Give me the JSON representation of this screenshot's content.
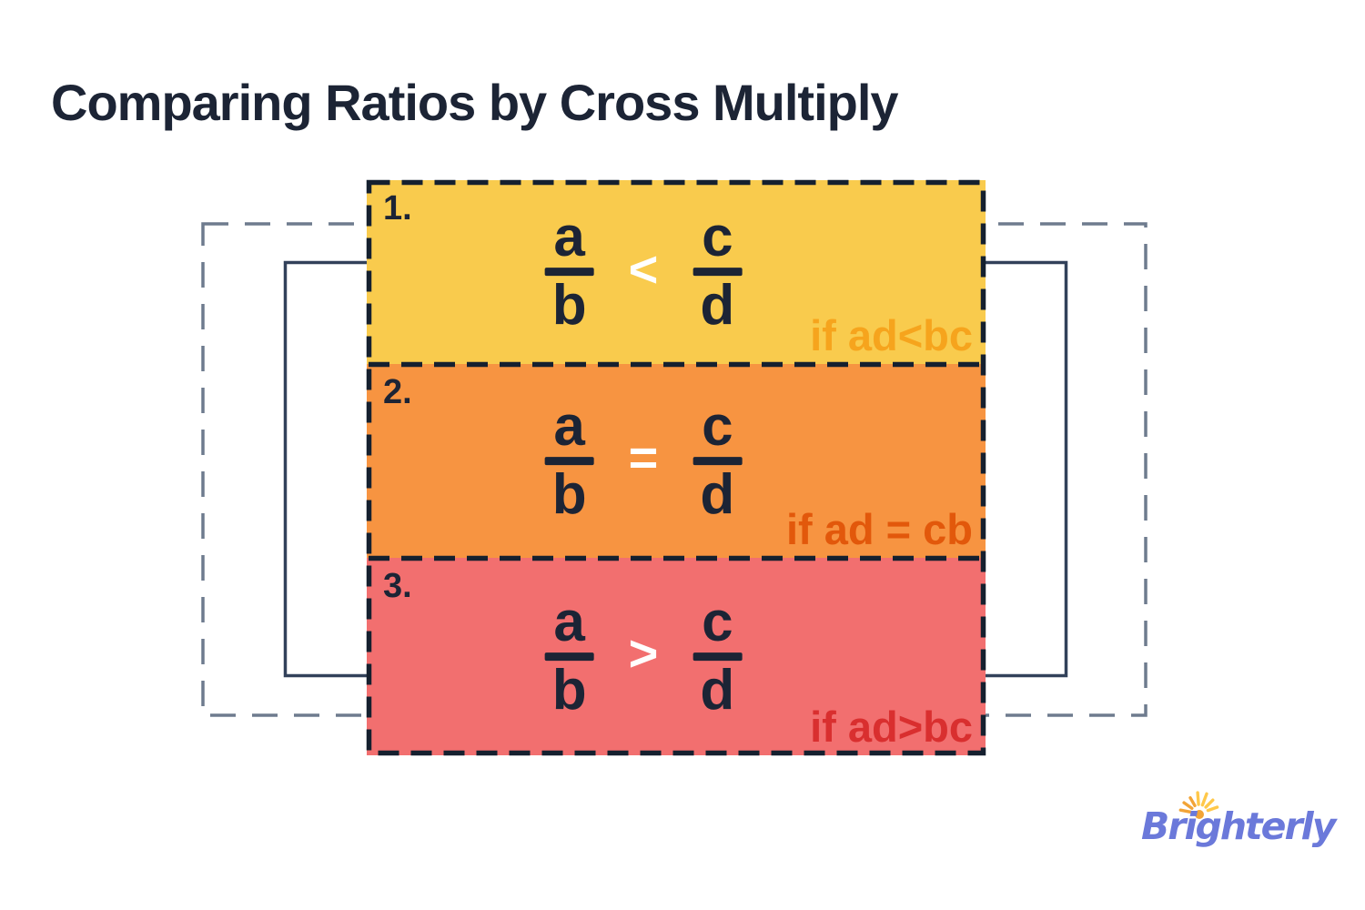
{
  "title": "Comparing Ratios by Cross Multiply",
  "colors": {
    "ink": "#1C2435",
    "operator": "#FFFFFF",
    "panel_border": "#15202F",
    "outer_dashed_border": "#6E7B8E",
    "inner_solid_border": "#32415A",
    "background": "#FFFFFF"
  },
  "panels": [
    {
      "number": "1.",
      "left": {
        "num": "a",
        "den": "b"
      },
      "op": "<",
      "right": {
        "num": "c",
        "den": "d"
      },
      "condition": "if ad<bc",
      "bg": "#F9CB4D",
      "condition_color": "#F6A41D"
    },
    {
      "number": "2.",
      "left": {
        "num": "a",
        "den": "b"
      },
      "op": "=",
      "right": {
        "num": "c",
        "den": "d"
      },
      "condition": "if ad = cb",
      "bg": "#F79441",
      "condition_color": "#E2580B"
    },
    {
      "number": "3.",
      "left": {
        "num": "a",
        "den": "b"
      },
      "op": ">",
      "right": {
        "num": "c",
        "den": "d"
      },
      "condition": "if ad>bc",
      "bg": "#F26F6F",
      "condition_color": "#D92F2F"
    }
  ],
  "logo": {
    "text": "Brighterly",
    "color": "#6B79DA",
    "sun_color": "#F2A437",
    "sun_color_light": "#FFC84A",
    "sun_icon": "sun-burst-icon"
  }
}
